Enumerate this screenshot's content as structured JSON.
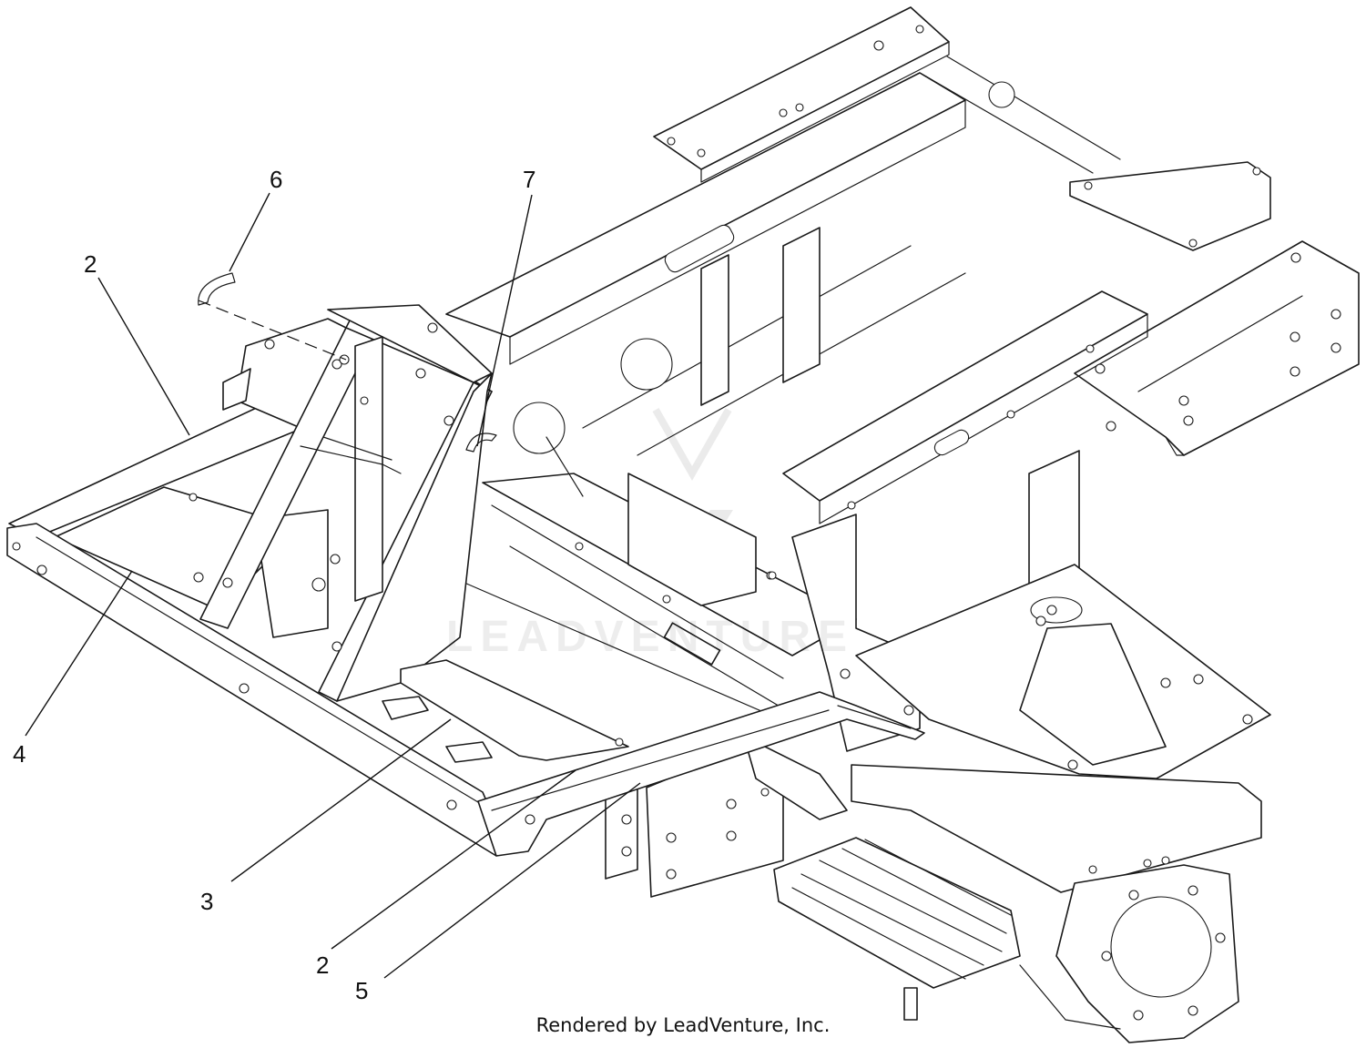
{
  "callouts": [
    {
      "id": "c6",
      "label": "6"
    },
    {
      "id": "c7",
      "label": "7"
    },
    {
      "id": "c2a",
      "label": "2"
    },
    {
      "id": "c4",
      "label": "4"
    },
    {
      "id": "c3",
      "label": "3"
    },
    {
      "id": "c2b",
      "label": "2"
    },
    {
      "id": "c5",
      "label": "5"
    }
  ],
  "watermark": {
    "text": "LEADVENTURE"
  },
  "footer": {
    "text": "Rendered by LeadVenture, Inc."
  },
  "colors": {
    "line": "#1a1a1a",
    "background": "#ffffff"
  }
}
